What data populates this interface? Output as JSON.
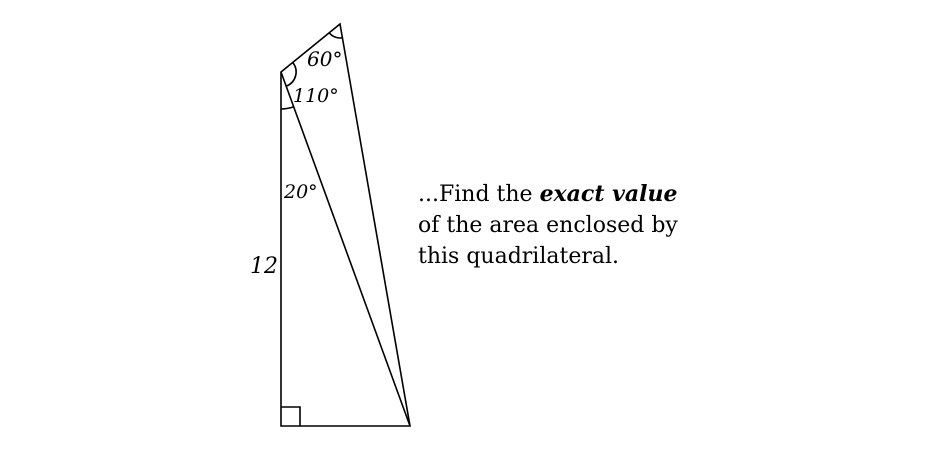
{
  "diagram": {
    "side_label": "12",
    "angles": {
      "top": "60°",
      "left_upper": "110°",
      "left_lower": "20°"
    }
  },
  "problem": {
    "line1_prefix": "...Find the ",
    "line1_emphasis": "exact value",
    "line2": "of the area enclosed by",
    "line3": "this quadrilateral."
  }
}
